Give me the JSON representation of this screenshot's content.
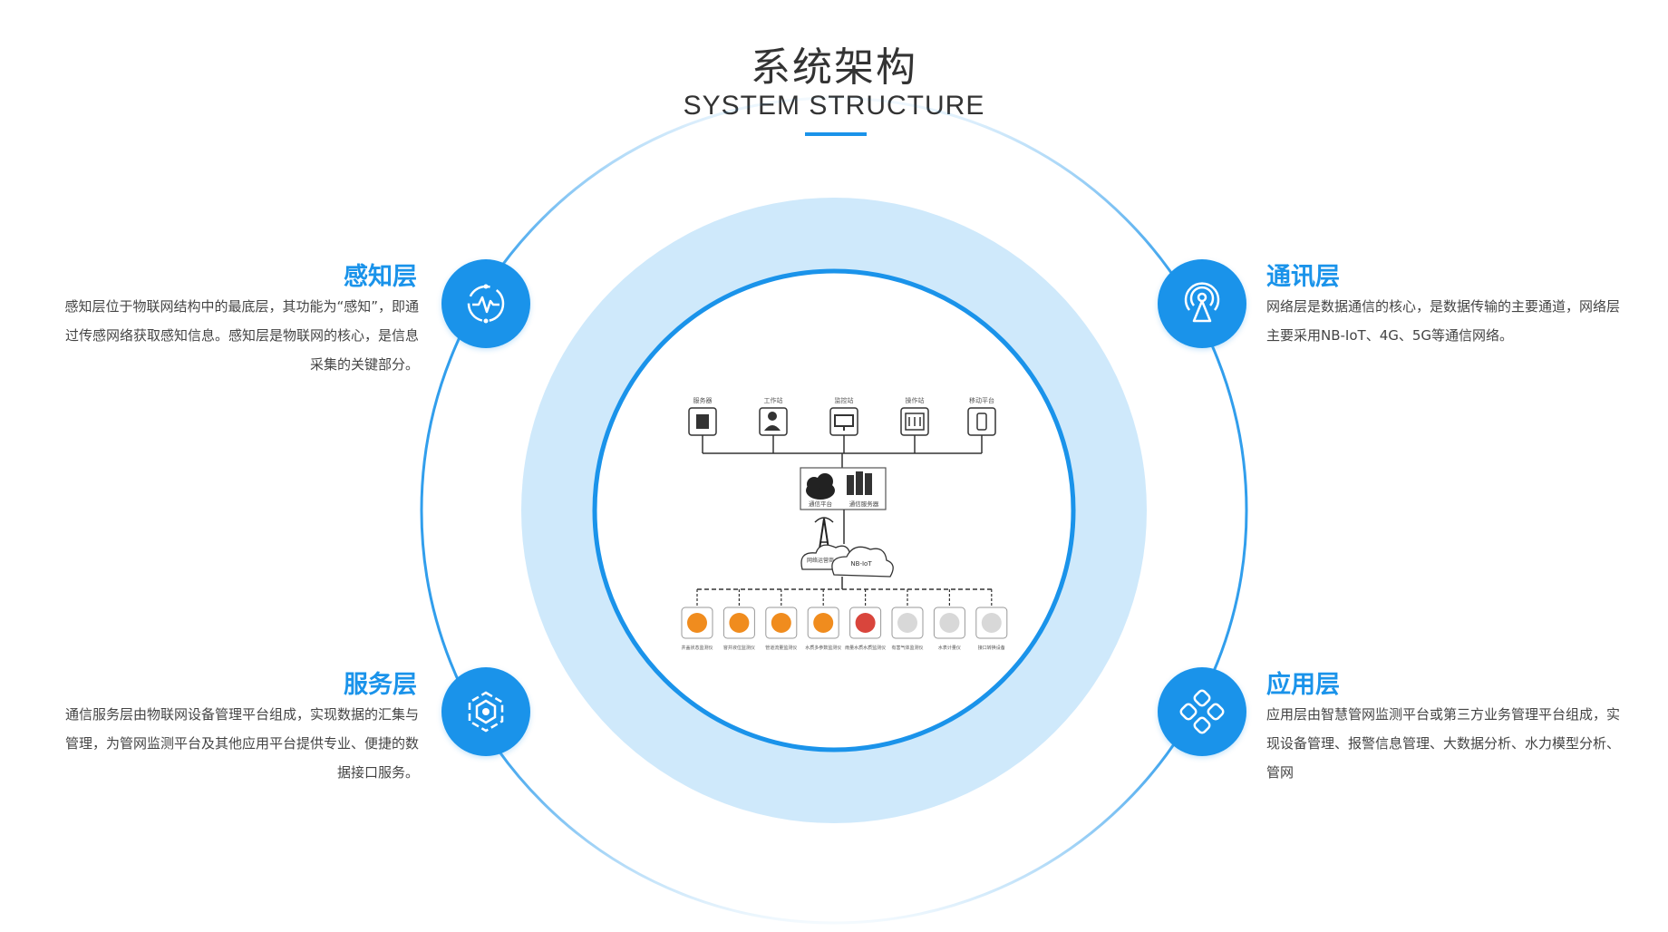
{
  "title_cn": "系统架构",
  "title_en": "SYSTEM STRUCTURE",
  "colors": {
    "accent": "#1a93ea",
    "ring_light": "#cfe9fb",
    "device_orange": "#f08c1e"
  },
  "layers": [
    {
      "id": "perception",
      "title": "感知层",
      "icon": "activity-pulse-icon",
      "desc": "感知层位于物联网结构中的最底层，其功能为“感知”，即通过传感网络获取感知信息。感知层是物联网的核心，是信息采集的关键部分。"
    },
    {
      "id": "communication",
      "title": "通讯层",
      "icon": "signal-tower-icon",
      "desc": "网络层是数据通信的核心，是数据传输的主要通道，网络层主要采用NB-IoT、4G、5G等通信网络。"
    },
    {
      "id": "service",
      "title": "服务层",
      "icon": "hexagon-hub-icon",
      "desc": "通信服务层由物联网设备管理平台组成，实现数据的汇集与管理，为管网监测平台及其他应用平台提供专业、便捷的数据接口服务。"
    },
    {
      "id": "application",
      "title": "应用层",
      "icon": "four-petal-grid-icon",
      "desc": "应用层由智慧管网监测平台或第三方业务管理平台组成，实现设备管理、报警信息管理、大数据分析、水力模型分析、管网"
    }
  ],
  "diagram": {
    "top_nodes": [
      "服务器",
      "工作站",
      "监控站",
      "操作站",
      "移动平台"
    ],
    "platform_labels": [
      "通信平台",
      "通信服务器"
    ],
    "network_labels": [
      "网络运营商",
      "NB-IoT"
    ],
    "devices": [
      "井盖状态监测仪",
      "窨井液位监测仪",
      "管道流量监测仪",
      "水质多参数监测仪",
      "雨量水质水质监测仪",
      "有害气体监测仪",
      "水表计量仪",
      "接口转换设备"
    ]
  }
}
